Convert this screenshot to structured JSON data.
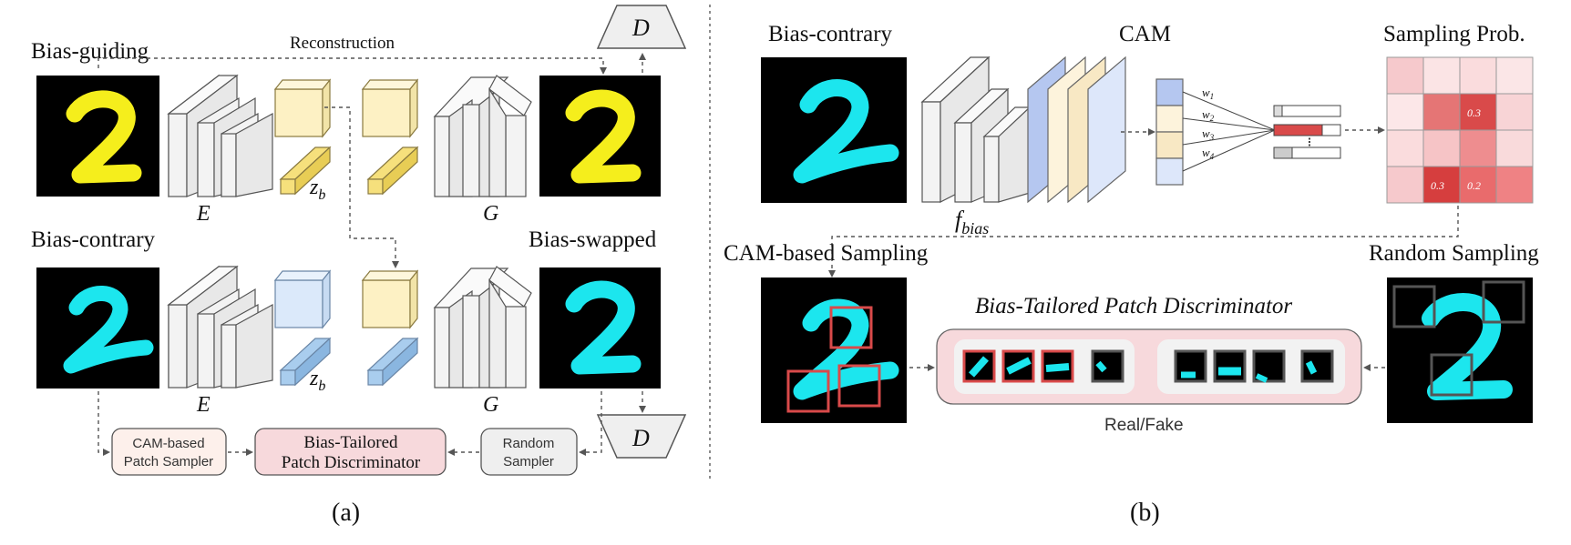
{
  "panel_a": {
    "caption": "(a)",
    "labels": {
      "bias_guiding": "Bias-guiding",
      "bias_contrary": "Bias-contrary",
      "bias_swapped": "Bias-swapped",
      "reconstruction": "Reconstruction",
      "encoder": "E",
      "generator": "G",
      "discriminator": "D",
      "z_b_main": "z",
      "z_b_sub": "b"
    },
    "boxes": {
      "cam_sampler": [
        "CAM-based",
        "Patch Sampler"
      ],
      "patch_disc": [
        "Bias-Tailored",
        "Patch Discriminator"
      ],
      "random_sampler": [
        "Random",
        "Sampler"
      ]
    }
  },
  "panel_b": {
    "caption": "(b)",
    "labels": {
      "bias_contrary": "Bias-contrary",
      "cam": "CAM",
      "sampling_prob": "Sampling Prob.",
      "cam_sampling": "CAM-based Sampling",
      "random_sampling": "Random Sampling",
      "f_main": "f",
      "f_sub": "bias",
      "patch_disc_title": "Bias-Tailored Patch Discriminator",
      "real_fake": "Real/Fake"
    },
    "weights": [
      {
        "main": "w",
        "sub": "1"
      },
      {
        "main": "w",
        "sub": "2"
      },
      {
        "main": "w",
        "sub": "3"
      },
      {
        "main": "w",
        "sub": "4"
      }
    ],
    "heatmap_labels": {
      "r1c2": "0.3",
      "r3c1": "0.3",
      "r3c2": "0.2"
    }
  },
  "colors": {
    "yellow_digit": "#f5ee1c",
    "cyan_digit": "#1ce6ee",
    "latent_yellow": "#fdf1c4",
    "latent_yellow_bar": "#f6e07c",
    "latent_blue": "#dbe9fa",
    "latent_blue_bar": "#a9cdee",
    "disc_pink": "#f7d9dc",
    "patch_red": "#d94a4a"
  }
}
